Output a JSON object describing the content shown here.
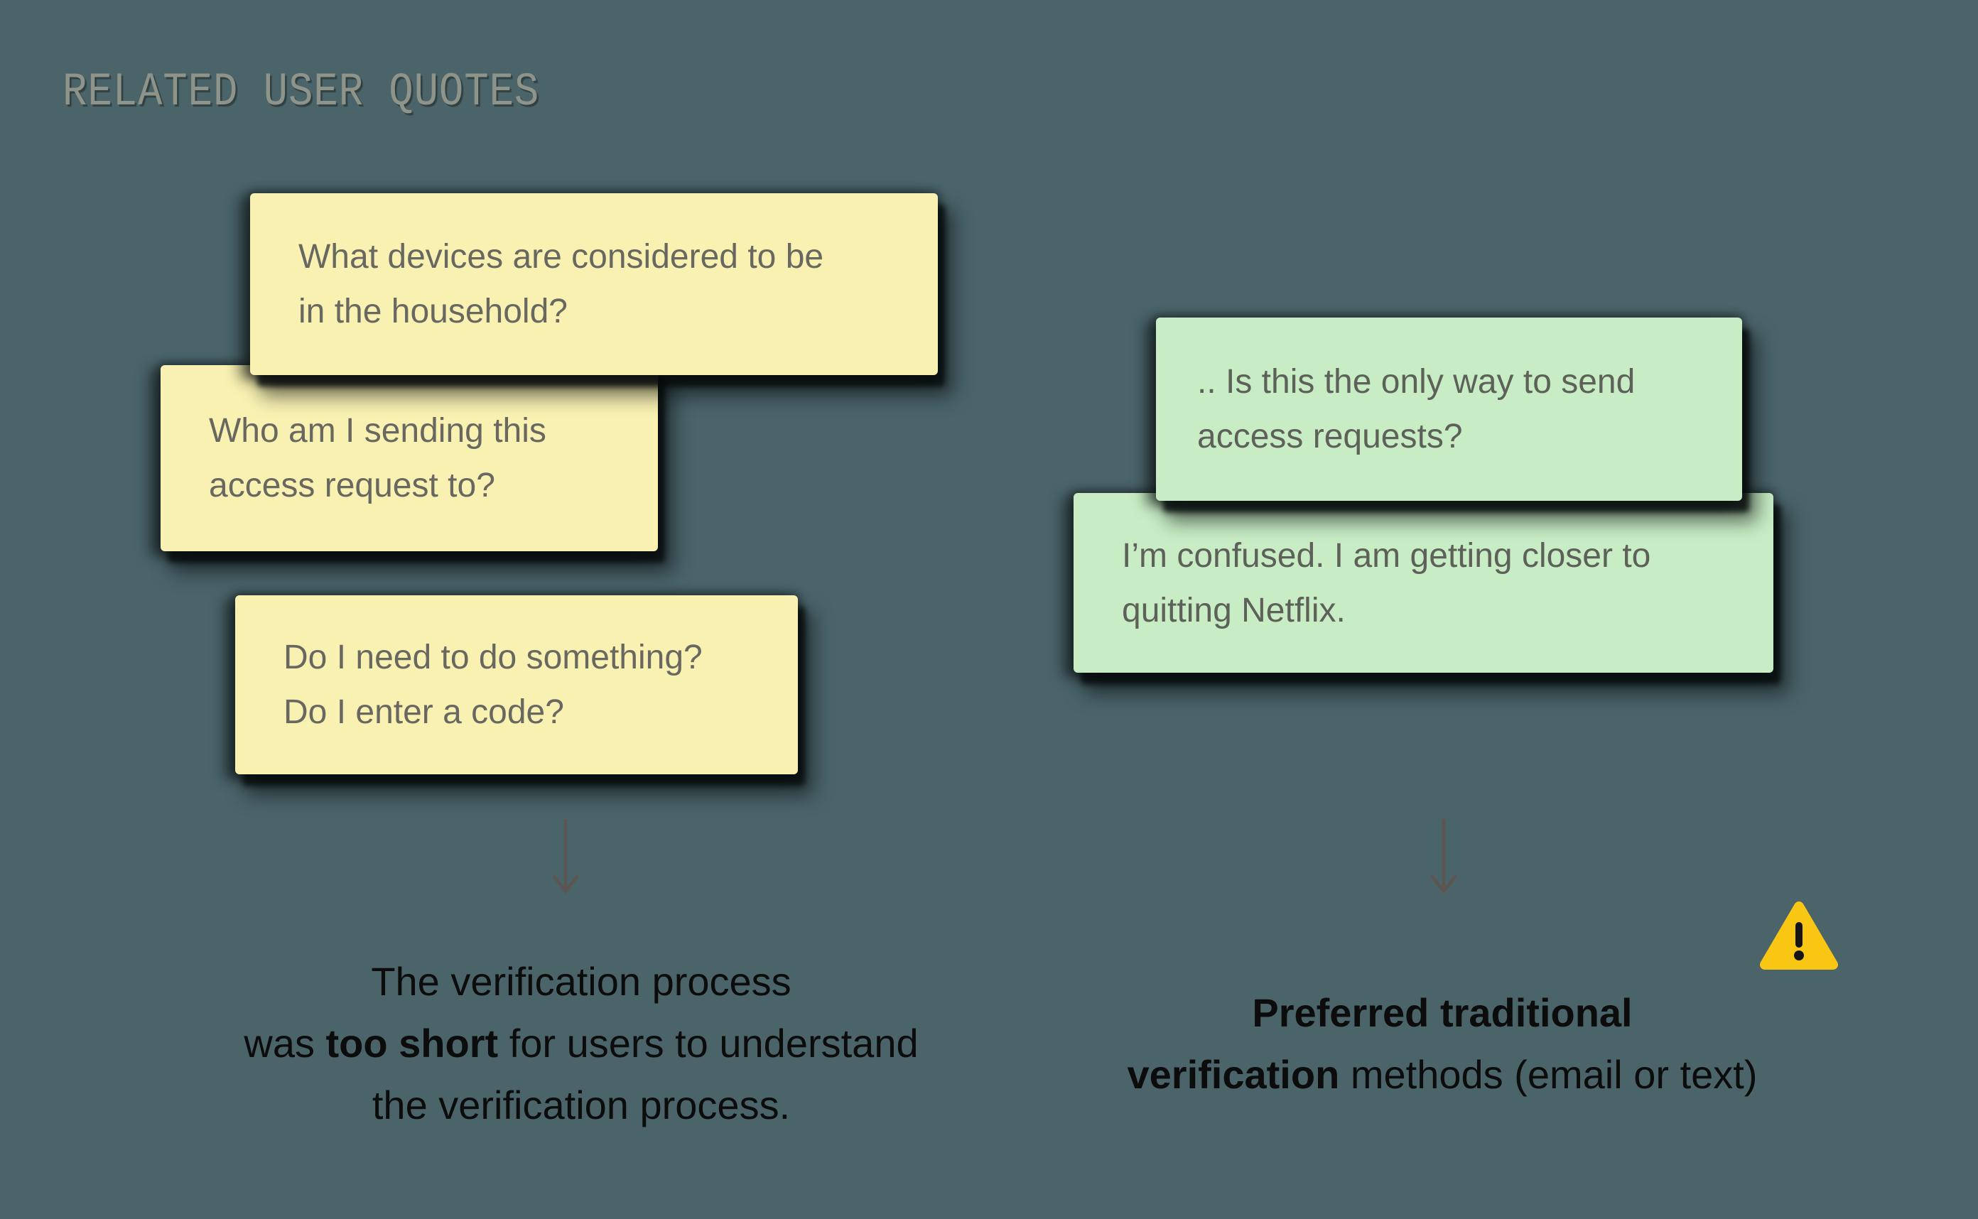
{
  "title": "RELATED USER QUOTES",
  "colors": {
    "background": "#4A646A",
    "yellow_note": "#F8F1B2",
    "green_note": "#C8EDC5",
    "yellow_note_text": "#696860",
    "green_note_text": "#5D6159",
    "title_text": "#8F948B",
    "conclusion_text": "#0B0C0B",
    "arrow": "#5B5651",
    "warning_triangle": "#F9C713"
  },
  "left_column": {
    "notes": [
      {
        "line1": "What devices are considered to be",
        "line2": "in the household?"
      },
      {
        "line1": "Who am I sending this",
        "line2": "access request to?"
      },
      {
        "line1": "Do I need to do something?",
        "line2": "Do I enter a code?"
      }
    ],
    "conclusion": {
      "line1": "The verification process",
      "line2_pre": "was ",
      "line2_bold": "too short",
      "line2_post": " for users to understand",
      "line3": "the verification process."
    }
  },
  "right_column": {
    "notes": [
      {
        "line1": ".. Is this the only way to send",
        "line2": "access requests?"
      },
      {
        "line1": "I’m confused. I am getting closer to",
        "line2": "quitting Netflix."
      }
    ],
    "conclusion": {
      "line1_bold": "Preferred traditional",
      "line2_bold": "verification",
      "line2_post": " methods (email or text)"
    }
  },
  "icons": {
    "arrow": "down-arrow-icon",
    "warning": "warning-triangle-icon"
  }
}
